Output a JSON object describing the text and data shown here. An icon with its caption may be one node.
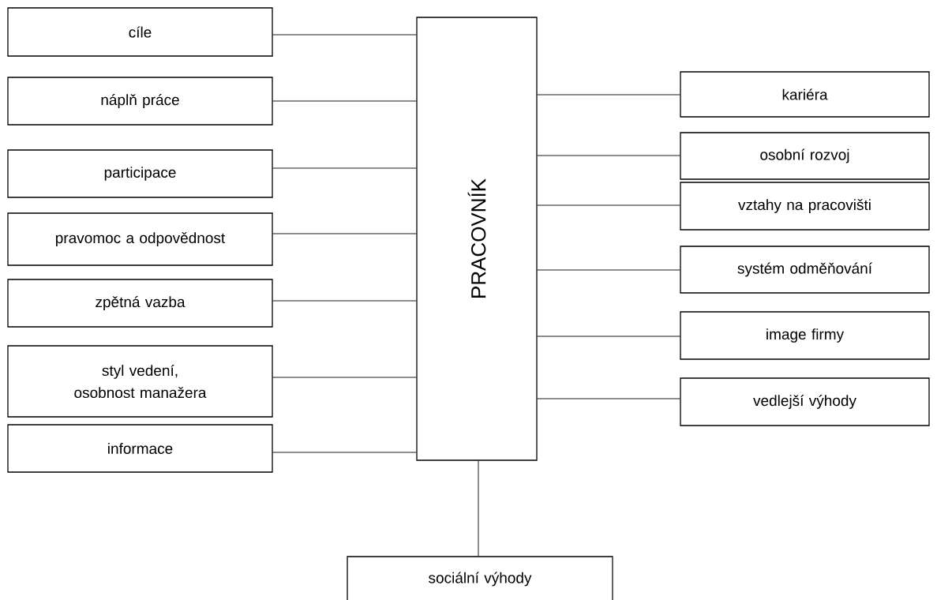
{
  "diagram": {
    "nodes": [
      {
        "text": [
          "PRACOVNÍK"
        ]
      },
      {
        "text": [
          "cíle"
        ]
      },
      {
        "text": [
          "náplň práce"
        ]
      },
      {
        "text": [
          "participace"
        ]
      },
      {
        "text": [
          "pravomoc a odpovědnost"
        ]
      },
      {
        "text": [
          "zpětná vazba"
        ]
      },
      {
        "text": [
          "styl vedení, osobnost manažera"
        ]
      },
      {
        "text": [
          "informace"
        ]
      },
      {
        "text": [
          "kariéra"
        ]
      },
      {
        "text": [
          "osobní rozvoj"
        ]
      },
      {
        "text": [
          "vztahy na pracovišti"
        ]
      },
      {
        "text": [
          "systém odměňování"
        ]
      },
      {
        "text": [
          "image firmy"
        ]
      },
      {
        "text": [
          "vedlejší výhody"
        ]
      },
      {
        "text": [
          "sociální výhody"
        ]
      }
    ],
    "edges": [
      {
        "from": 1,
        "to": 0,
        "arrow": "none"
      },
      {
        "from": 2,
        "to": 0,
        "arrow": "none"
      },
      {
        "from": 3,
        "to": 0,
        "arrow": "none"
      },
      {
        "from": 4,
        "to": 0,
        "arrow": "none"
      },
      {
        "from": 5,
        "to": 0,
        "arrow": "none"
      },
      {
        "from": 6,
        "to": 0,
        "arrow": "none"
      },
      {
        "from": 7,
        "to": 0,
        "arrow": "none"
      },
      {
        "from": 0,
        "to": 8,
        "arrow": "none"
      },
      {
        "from": 0,
        "to": 9,
        "arrow": "none"
      },
      {
        "from": 0,
        "to": 10,
        "arrow": "none"
      },
      {
        "from": 0,
        "to": 11,
        "arrow": "none"
      },
      {
        "from": 0,
        "to": 12,
        "arrow": "none"
      },
      {
        "from": 0,
        "to": 13,
        "arrow": "none"
      },
      {
        "from": 0,
        "to": 14,
        "arrow": "none"
      }
    ]
  }
}
